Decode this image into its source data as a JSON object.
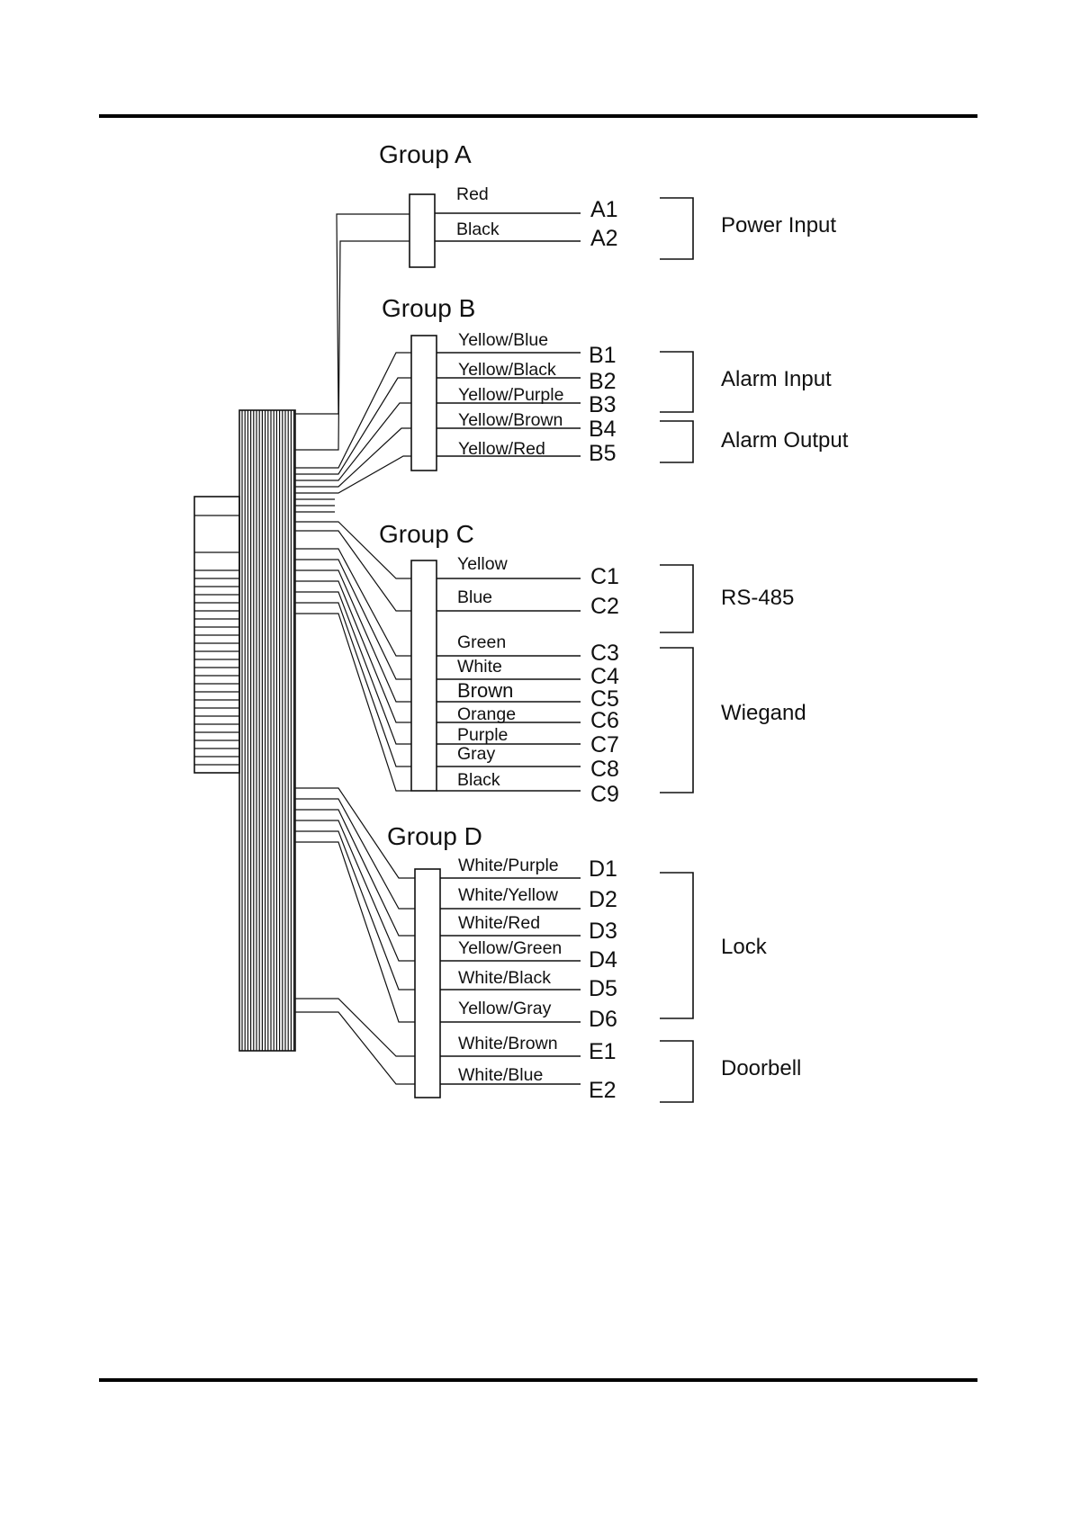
{
  "groups": [
    {
      "title": "Group A",
      "wires": [
        {
          "color": "Red",
          "pin": "A1"
        },
        {
          "color": "Black",
          "pin": "A2"
        }
      ]
    },
    {
      "title": "Group B",
      "wires": [
        {
          "color": "Yellow/Blue",
          "pin": "B1"
        },
        {
          "color": "Yellow/Black",
          "pin": "B2"
        },
        {
          "color": "Yellow/Purple",
          "pin": "B3"
        },
        {
          "color": "Yellow/Brown",
          "pin": "B4"
        },
        {
          "color": "Yellow/Red",
          "pin": "B5"
        }
      ]
    },
    {
      "title": "Group C",
      "wires": [
        {
          "color": "Yellow",
          "pin": "C1"
        },
        {
          "color": "Blue",
          "pin": "C2"
        },
        {
          "color": "Green",
          "pin": "C3"
        },
        {
          "color": "White",
          "pin": "C4"
        },
        {
          "color": "Brown",
          "pin": "C5"
        },
        {
          "color": "Orange",
          "pin": "C6"
        },
        {
          "color": "Purple",
          "pin": "C7"
        },
        {
          "color": "Gray",
          "pin": "C8"
        },
        {
          "color": "Black",
          "pin": "C9"
        }
      ]
    },
    {
      "title": "Group D",
      "wires": [
        {
          "color": "White/Purple",
          "pin": "D1"
        },
        {
          "color": "White/Yellow",
          "pin": "D2"
        },
        {
          "color": "White/Red",
          "pin": "D3"
        },
        {
          "color": "Yellow/Green",
          "pin": "D4"
        },
        {
          "color": "White/Black",
          "pin": "D5"
        },
        {
          "color": "Yellow/Gray",
          "pin": "D6"
        },
        {
          "color": "White/Brown",
          "pin": "E1"
        },
        {
          "color": "White/Blue",
          "pin": "E2"
        }
      ]
    }
  ],
  "functions": [
    {
      "label": "Power Input"
    },
    {
      "label": "Alarm Input"
    },
    {
      "label": "Alarm Output"
    },
    {
      "label": "RS-485"
    },
    {
      "label": "Wiegand"
    },
    {
      "label": "Lock"
    },
    {
      "label": "Doorbell"
    }
  ]
}
